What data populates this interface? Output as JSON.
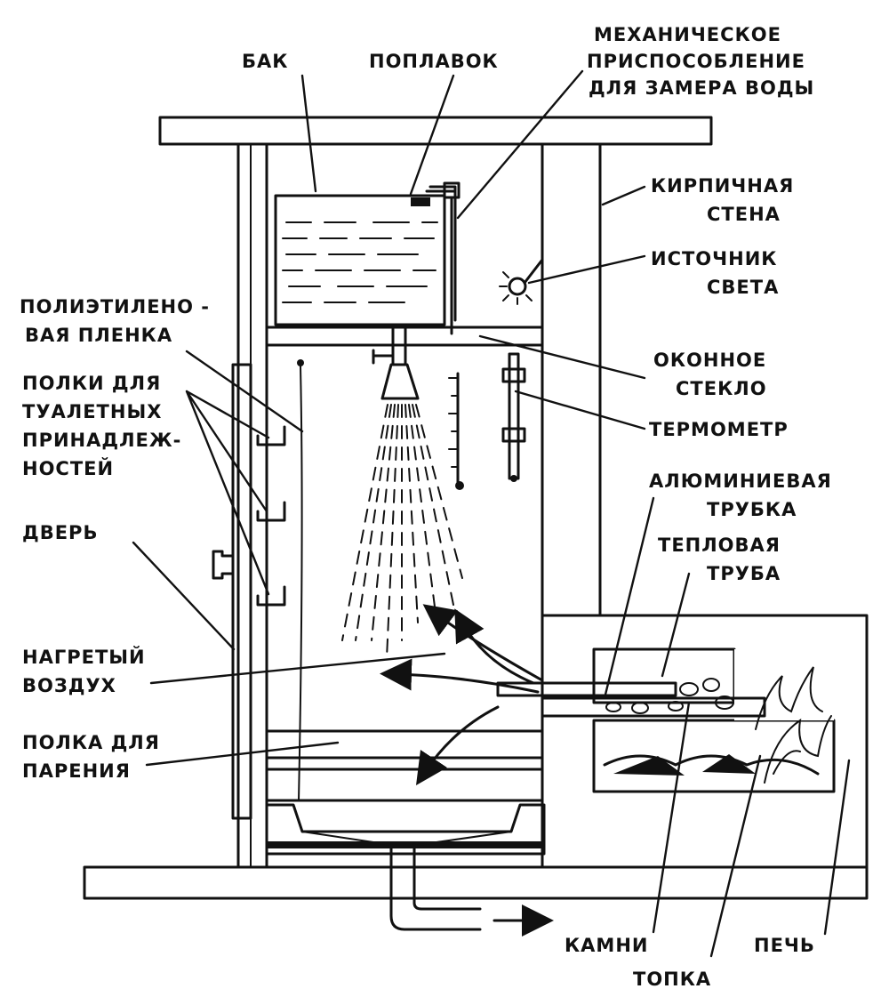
{
  "labels": {
    "tank": "БАК",
    "float": "ПОПЛАВОК",
    "mech_1": "МЕХАНИЧЕСКОЕ",
    "mech_2": "ПРИСПОСОБЛЕНИЕ",
    "mech_3": "ДЛЯ ЗАМЕРА ВОДЫ",
    "brick_1": "КИРПИЧНАЯ",
    "brick_2": "СТЕНА",
    "light_1": "ИСТОЧНИК",
    "light_2": "СВЕТА",
    "film_1": "ПОЛИЭТИЛЕНО -",
    "film_2": "ВАЯ ПЛЕНКА",
    "window_1": "ОКОННОЕ",
    "window_2": "СТЕКЛО",
    "shelves_1": "ПОЛКИ ДЛЯ",
    "shelves_2": "ТУАЛЕТНЫХ",
    "shelves_3": "ПРИНАДЛЕЖ-",
    "shelves_4": "НОСТЕЙ",
    "thermometer": "ТЕРМОМЕТР",
    "alu_1": "АЛЮМИНИЕВАЯ",
    "alu_2": "ТРУБКА",
    "door": "ДВЕРЬ",
    "heat_1": "ТЕПЛОВАЯ",
    "heat_2": "ТРУБА",
    "air_1": "НАГРЕТЫЙ",
    "air_2": "ВОЗДУХ",
    "steam_1": "ПОЛКА ДЛЯ",
    "steam_2": "ПАРЕНИЯ",
    "stones": "КАМНИ",
    "stove": "ПЕЧЬ",
    "firebox": "ТОПКА"
  },
  "colors": {
    "ink": "#111111",
    "paper": "#ffffff",
    "hatch": "#888888"
  }
}
